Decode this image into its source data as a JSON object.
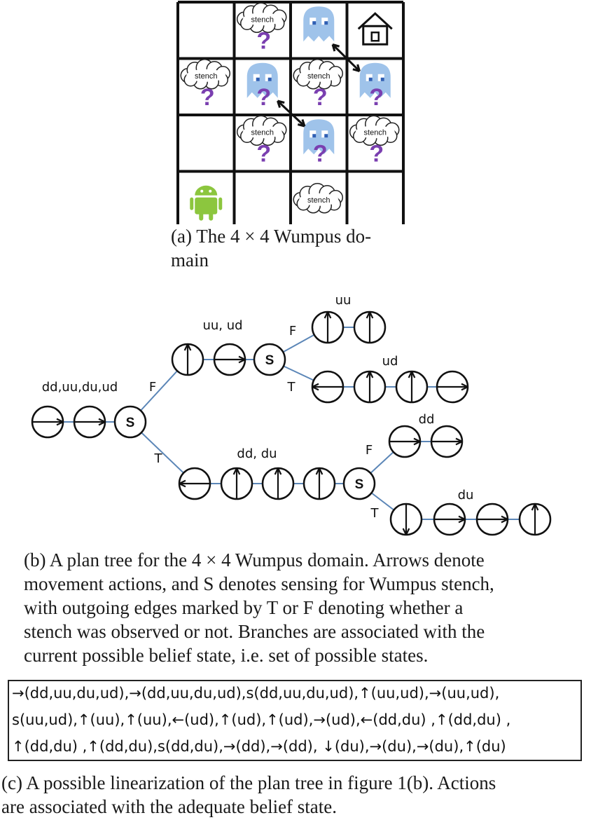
{
  "figure_a": {
    "cell_labels": {
      "stench": "stench",
      "unknown": "?"
    },
    "cells": [
      {
        "row": 0,
        "col": 0,
        "items": []
      },
      {
        "row": 0,
        "col": 1,
        "items": [
          "stench",
          "unknown"
        ]
      },
      {
        "row": 0,
        "col": 2,
        "items": [
          "wumpus"
        ]
      },
      {
        "row": 0,
        "col": 3,
        "items": [
          "house-icon"
        ]
      },
      {
        "row": 1,
        "col": 0,
        "items": [
          "stench",
          "unknown"
        ]
      },
      {
        "row": 1,
        "col": 1,
        "items": [
          "wumpus",
          "unknown"
        ]
      },
      {
        "row": 1,
        "col": 2,
        "items": [
          "stench",
          "unknown"
        ]
      },
      {
        "row": 1,
        "col": 3,
        "items": [
          "wumpus",
          "unknown"
        ]
      },
      {
        "row": 2,
        "col": 0,
        "items": []
      },
      {
        "row": 2,
        "col": 1,
        "items": [
          "stench",
          "unknown"
        ]
      },
      {
        "row": 2,
        "col": 2,
        "items": [
          "wumpus",
          "unknown"
        ]
      },
      {
        "row": 2,
        "col": 3,
        "items": [
          "stench",
          "unknown"
        ]
      },
      {
        "row": 3,
        "col": 0,
        "items": [
          "android-agent-icon"
        ]
      },
      {
        "row": 3,
        "col": 1,
        "items": []
      },
      {
        "row": 3,
        "col": 2,
        "items": [
          "stench"
        ]
      },
      {
        "row": 3,
        "col": 3,
        "items": []
      }
    ],
    "caption_line1": "(a)  The 4 × 4 Wumpus do-",
    "caption_line2": "main"
  },
  "figure_b": {
    "branch_labels": {
      "root": "dd,uu,du,ud",
      "upper": "uu, ud",
      "upper_f": "uu",
      "upper_t": "ud",
      "lower": "dd, du",
      "lower_f": "dd",
      "lower_t": "du"
    },
    "edge_labels": {
      "f": "F",
      "t": "T"
    },
    "sense_label": "S",
    "caption_lines": [
      "(b)  A plan tree for the 4 × 4 Wumpus domain. Arrows denote",
      "movement actions, and S denotes sensing for Wumpus stench,",
      "with outgoing edges marked by T or F denoting whether a",
      "stench was observed or not. Branches are associated with the",
      "current possible belief state, i.e. set of possible states."
    ]
  },
  "figure_c": {
    "lines": [
      "→(dd,uu,du,ud),→(dd,uu,du,ud),s(dd,uu,du,ud),↑(uu,ud),→(uu,ud),",
      "s(uu,ud),↑(uu),↑(uu),←(ud),↑(ud),↑(ud),→(ud),←(dd,du) ,↑(dd,du) ,",
      "↑(dd,du) ,↑(dd,du),s(dd,du),→(dd),→(dd), ↓(du),→(du),→(du),↑(du)"
    ],
    "caption_line1": "(c)  A possible linearization of the plan tree in figure 1(b). Actions",
    "caption_line2": "are associated with the adequate belief state."
  },
  "colors": {
    "grid_line": "#111111",
    "wumpus_body": "#9fc3ea",
    "wumpus_eye": "#2f5fb3",
    "question_mark": "#7a3fb0",
    "android_green": "#8cc63e",
    "tree_edge": "#5b86b7"
  }
}
